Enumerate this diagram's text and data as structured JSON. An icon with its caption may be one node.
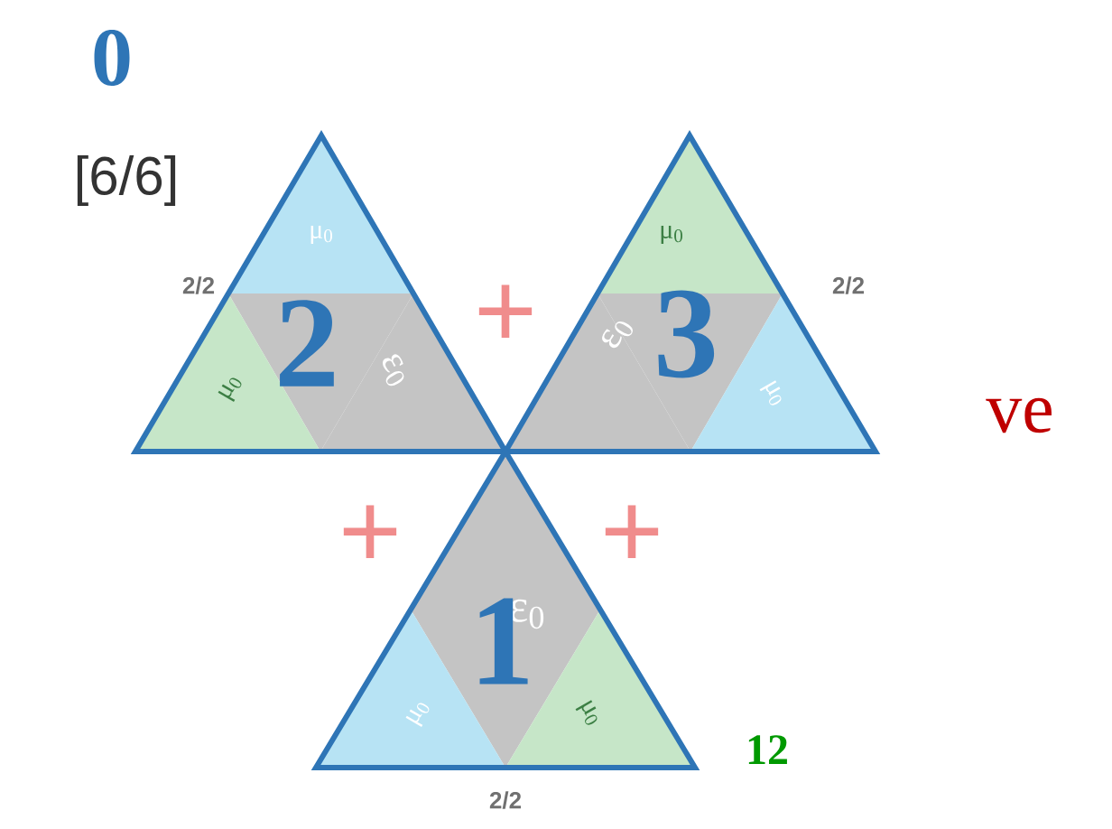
{
  "diagram": {
    "nodes": [
      {
        "text": [
          "μ$_{0}$",
          "2",
          "μ$_{0}$",
          "ε$_{0}$"
        ],
        "beside": [
          "2/2"
        ]
      },
      {
        "text": [
          "μ$_{0}$",
          "3",
          "ε$_{0}$",
          "μ$_{0}$"
        ],
        "beside": [
          "2/2"
        ]
      },
      {
        "text": [
          "1",
          "ε$_{0}$",
          "μ$_{0}$",
          "μ$_{0}$"
        ],
        "beside": [
          "2/2"
        ]
      }
    ],
    "labels": [
      "0",
      "[6/6]",
      "+",
      "ve",
      "+",
      "+",
      "12"
    ]
  }
}
